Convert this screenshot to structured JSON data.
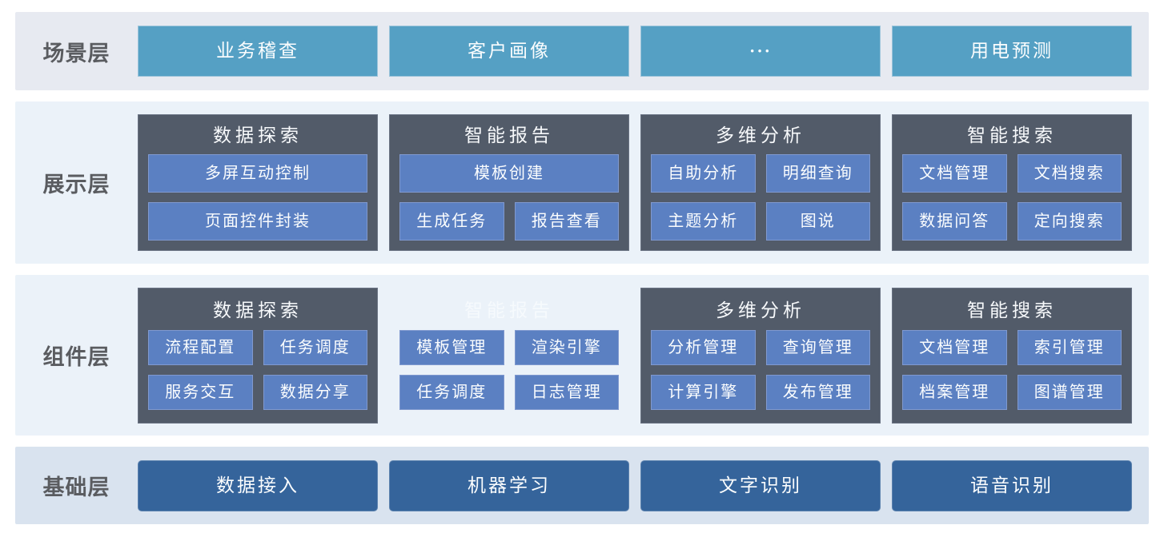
{
  "colors": {
    "page_background": "#ffffff",
    "band_scenario": "#e7eaf1",
    "band_presentation": "#ebf2f9",
    "band_component": "#ebf2f9",
    "band_foundation": "#d9e3ef",
    "scenario_button": "#55a0c4",
    "card_slate": "#525b69",
    "module_button": "#5b80c2",
    "foundation_button": "#35649b",
    "layer_label_text": "#5a5c60",
    "button_text": "#fbfdfe"
  },
  "layers": {
    "scenario": {
      "label": "场景层",
      "items": [
        "业务稽查",
        "客户画像",
        "···",
        "用电预测"
      ]
    },
    "presentation": {
      "label": "展示层",
      "cards": [
        {
          "title": "数据探索",
          "rows": [
            [
              "多屏互动控制"
            ],
            [
              "页面控件封装"
            ]
          ]
        },
        {
          "title": "智能报告",
          "rows": [
            [
              "模板创建"
            ],
            [
              "生成任务",
              "报告查看"
            ]
          ]
        },
        {
          "title": "多维分析",
          "rows": [
            [
              "自助分析",
              "明细查询"
            ],
            [
              "主题分析",
              "图说"
            ]
          ]
        },
        {
          "title": "智能搜索",
          "rows": [
            [
              "文档管理",
              "文档搜索"
            ],
            [
              "数据问答",
              "定向搜索"
            ]
          ]
        }
      ]
    },
    "component": {
      "label": "组件层",
      "cards": [
        {
          "title": "数据探索",
          "rows": [
            [
              "流程配置",
              "任务调度"
            ],
            [
              "服务交互",
              "数据分享"
            ]
          ]
        },
        {
          "title": "智能报告",
          "ghost": true,
          "rows": [
            [
              "模板管理",
              "渲染引擎"
            ],
            [
              "任务调度",
              "日志管理"
            ]
          ]
        },
        {
          "title": "多维分析",
          "rows": [
            [
              "分析管理",
              "查询管理"
            ],
            [
              "计算引擎",
              "发布管理"
            ]
          ]
        },
        {
          "title": "智能搜索",
          "rows": [
            [
              "文档管理",
              "索引管理"
            ],
            [
              "档案管理",
              "图谱管理"
            ]
          ]
        }
      ]
    },
    "foundation": {
      "label": "基础层",
      "items": [
        "数据接入",
        "机器学习",
        "文字识别",
        "语音识别"
      ]
    }
  }
}
